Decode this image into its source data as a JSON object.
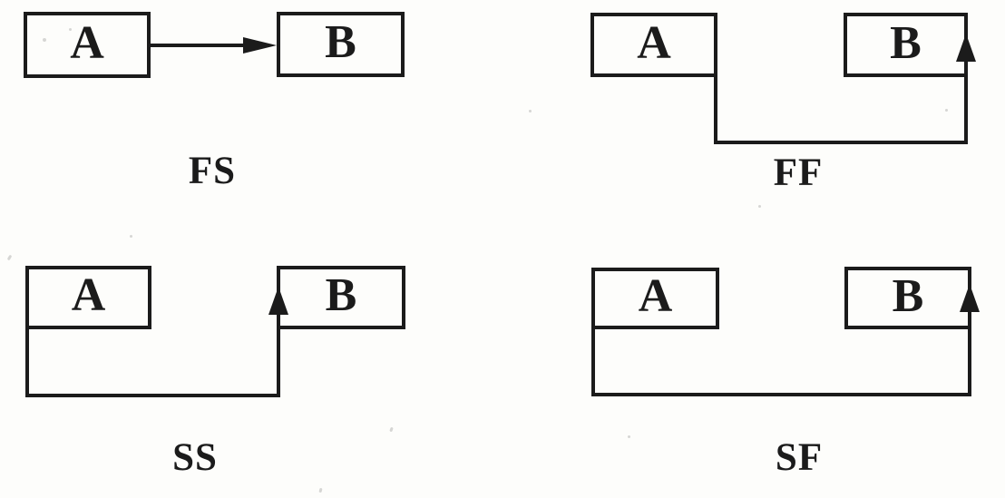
{
  "colors": {
    "ink": "#1b1b1b",
    "paper": "#fdfdfb"
  },
  "diagrams": [
    {
      "type_label": "FS",
      "box_a": "A",
      "box_b": "B"
    },
    {
      "type_label": "FF",
      "box_a": "A",
      "box_b": "B"
    },
    {
      "type_label": "SS",
      "box_a": "A",
      "box_b": "B"
    },
    {
      "type_label": "SF",
      "box_a": "A",
      "box_b": "B"
    }
  ]
}
